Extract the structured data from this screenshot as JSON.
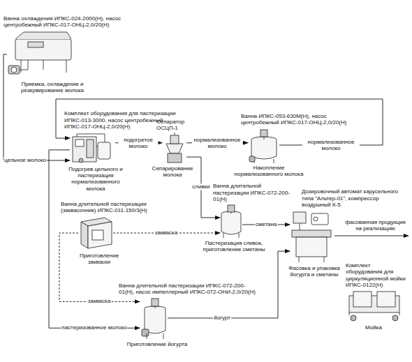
{
  "diagram": {
    "nodes": [
      {
        "text": [
          "Ванна охлаждения ИПКС-024-2000(Н), насос центробежный ИПКС-017-ОНЦ-2,0/20(Н)",
          "Приемка, охлаждение и резервирование молока"
        ]
      },
      {
        "text": [
          "Комплект оборудования для пастеризации ИПКС-013-3000, насос центробежный ИПКС-017-ОНЦ-2,0/20(Н)",
          "Подогрев цельного и пастеризация нормализованного молока"
        ]
      },
      {
        "text": [
          "Сепаратор ОСЦП-1",
          "Сепарирование молока"
        ]
      },
      {
        "text": [
          "Ванна ИПКС-053-630М(Н), насос центробежный ИПКС-017-ОНЦ-2,0/20(Н)",
          "Накопление нормализованного молока"
        ]
      },
      {
        "text": [
          "Ванна длительной пастеризации (заквасочник) ИПКС-011-150/3(Н)",
          "Приготовление закваски"
        ]
      },
      {
        "text": [
          "Ванна длительной пастеризации ИПКС-072-200-01(Н)",
          "Пастеризация сливок, приготовление сметаны"
        ]
      },
      {
        "text": [
          "Дозировочный автомат карусельного типа \"Альтер-01\", компрессор воздушный К-5",
          "Фасовка и упаковка йогурта и сметаны"
        ]
      },
      {
        "text": [
          "Комплект оборудования для циркуляционной мойки ИПКС-0122(Н)",
          "Мойка"
        ]
      },
      {
        "text": [
          "Ванна длительной пастеризации ИПКС-072-200-01(Н), насос импеллерный ИПКС-072-ОНИ-2,0/20(Н)",
          "Приготовление йогурта"
        ]
      }
    ],
    "edges": [
      {
        "from": 0,
        "to": 1,
        "label": "цельное молоко",
        "arrow": "to"
      },
      {
        "from": 1,
        "to": 2,
        "label": "подогретое молоко",
        "arrow": "to"
      },
      {
        "from": 2,
        "to": 3,
        "label": "нормализованное молоко",
        "arrow": "to"
      },
      {
        "from": 3,
        "to": 1,
        "label": "нормализованное молоко",
        "arrow": "to"
      },
      {
        "from": 2,
        "to": 5,
        "label": "сливки",
        "arrow": "to"
      },
      {
        "from": 5,
        "to": 6,
        "label": "сметана",
        "arrow": "to"
      },
      {
        "from": 4,
        "to": 5,
        "label": "закваска",
        "arrow": "to"
      },
      {
        "from": 4,
        "to": 8,
        "label": "закваска",
        "arrow": "to"
      },
      {
        "from": 1,
        "to": 8,
        "label": "пастеризованное молоко",
        "arrow": "to"
      },
      {
        "from": 8,
        "to": 6,
        "label": "йогурт",
        "arrow": "to"
      }
    ],
    "labels": [
      "фасованная продукция на реализацию"
    ]
  }
}
